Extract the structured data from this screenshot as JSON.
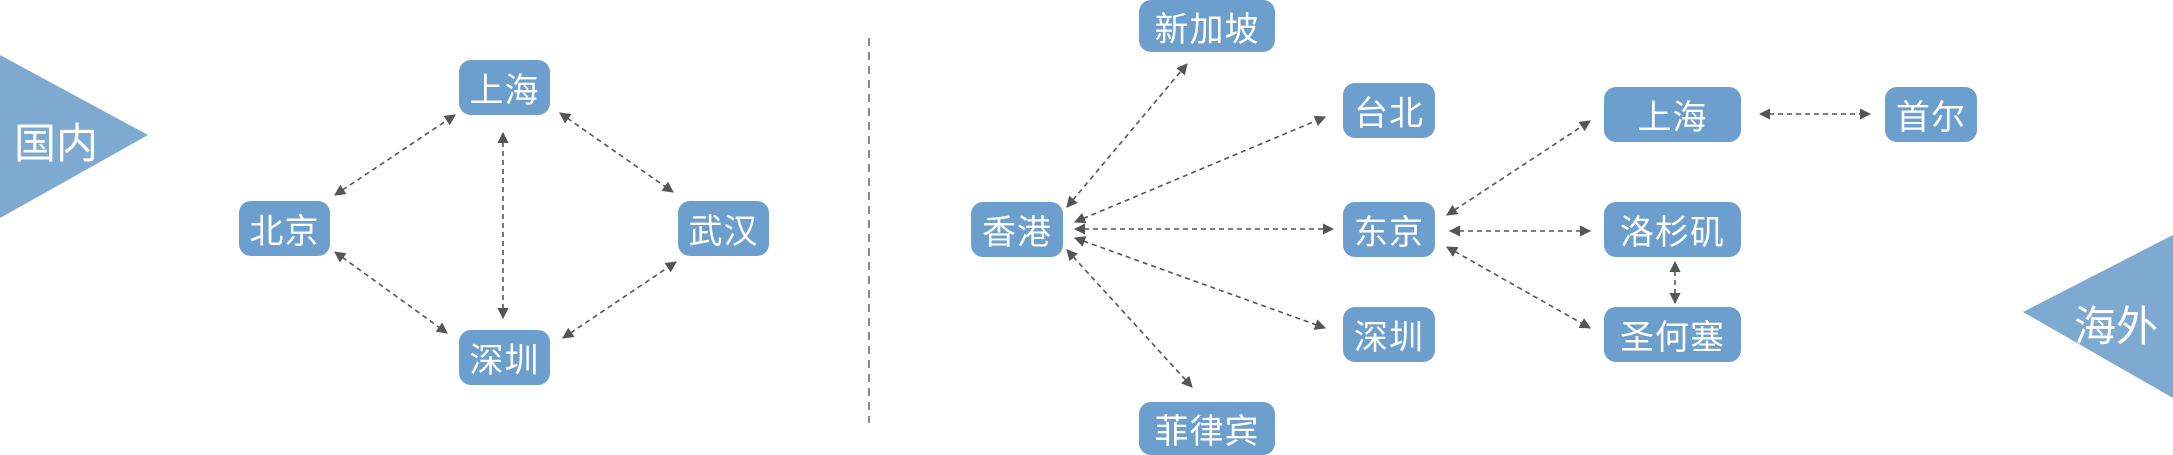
{
  "domestic": {
    "label": "国内",
    "nodes": {
      "shanghai": "上海",
      "beijing": "北京",
      "wuhan": "武汉",
      "shenzhen": "深圳"
    }
  },
  "overseas": {
    "label": "海外",
    "nodes": {
      "singapore": "新加坡",
      "taipei": "台北",
      "hongkong": "香港",
      "tokyo": "东京",
      "shenzhen": "深圳",
      "manila": "菲律宾",
      "shanghai": "上海",
      "seoul": "首尔",
      "los_angeles": "洛杉矶",
      "san_jose": "圣何塞"
    }
  },
  "colors": {
    "node_fill": "#6c9fcd",
    "triangle_fill": "#7ea9d1",
    "connector": "#555555",
    "divider": "#888888"
  }
}
